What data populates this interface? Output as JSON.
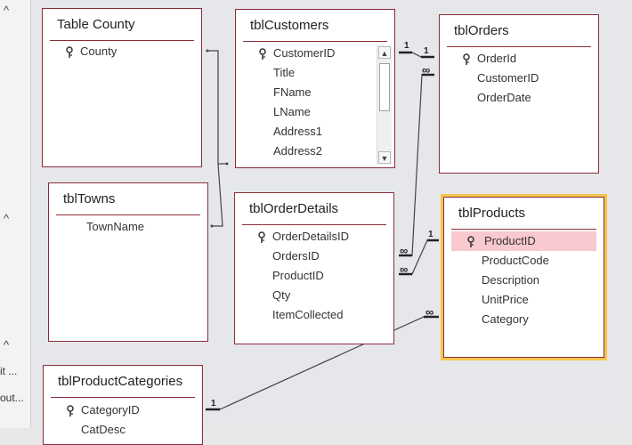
{
  "nav": {
    "caret": "^",
    "truncated_items": [
      "it ...",
      "out..."
    ]
  },
  "tables": {
    "county": {
      "title": "Table County",
      "fields": [
        "County"
      ]
    },
    "customers": {
      "title": "tblCustomers",
      "fields": [
        "CustomerID",
        "Title",
        "FName",
        "LName",
        "Address1",
        "Address2"
      ]
    },
    "orders": {
      "title": "tblOrders",
      "fields": [
        "OrderId",
        "CustomerID",
        "OrderDate"
      ]
    },
    "towns": {
      "title": "tblTowns",
      "fields": [
        "TownName"
      ]
    },
    "orderdetails": {
      "title": "tblOrderDetails",
      "fields": [
        "OrderDetailsID",
        "OrdersID",
        "ProductID",
        "Qty",
        "ItemCollected"
      ]
    },
    "products": {
      "title": "tblProducts",
      "fields": [
        "ProductID",
        "ProductCode",
        "Description",
        "UnitPrice",
        "Category"
      ],
      "highlighted_field": "ProductID"
    },
    "categories": {
      "title": "tblProductCategories",
      "fields": [
        "CategoryID",
        "CatDesc"
      ]
    }
  },
  "relationships": {
    "one": "1",
    "many": "∞"
  },
  "colors": {
    "border": "#8b2e3a",
    "selection": "#f6c64a",
    "highlight": "#f8c9cf",
    "canvas": "#e6e7ea"
  },
  "icons": {
    "primary_key": "key-icon",
    "caret": "chevron-up-icon"
  }
}
